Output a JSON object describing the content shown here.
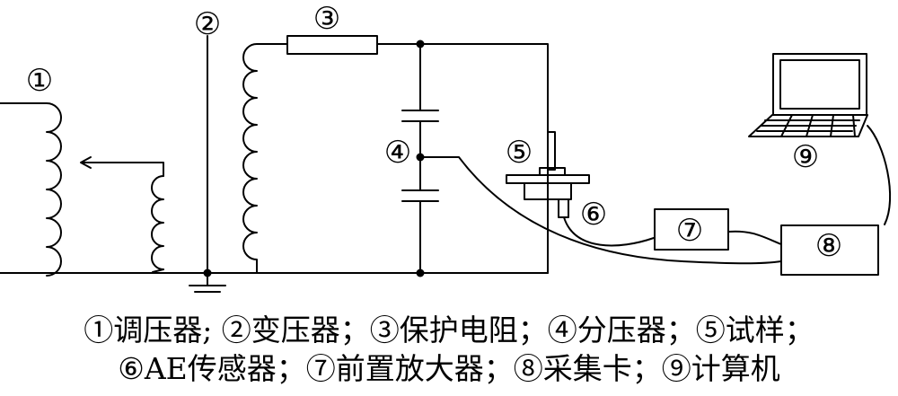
{
  "labels": {
    "regulator": "①",
    "transformer": "②",
    "resistor": "③",
    "divider": "④",
    "sample": "⑤",
    "ae_sensor": "⑥",
    "preamp": "⑦",
    "acq_card": "⑧",
    "computer": "⑨"
  },
  "caption": {
    "line1": "①调压器; ②变压器；③保护电阻；④分压器；⑤试样；",
    "line2": "⑥AE传感器；⑦前置放大器；⑧采集卡；⑨计算机"
  }
}
